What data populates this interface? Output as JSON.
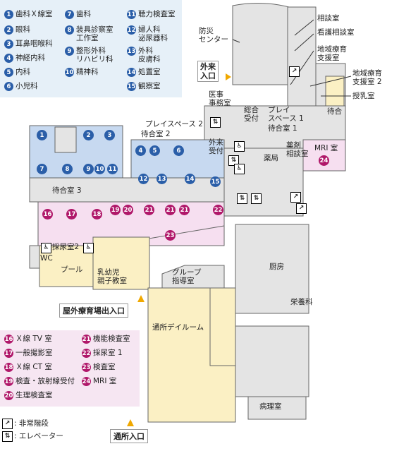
{
  "legend_departments": [
    {
      "num": "1",
      "label": "歯科Ｘ線室"
    },
    {
      "num": "2",
      "label": "眼科"
    },
    {
      "num": "3",
      "label": "耳鼻咽喉科"
    },
    {
      "num": "4",
      "label": "神経内科"
    },
    {
      "num": "5",
      "label": "内科"
    },
    {
      "num": "6",
      "label": "小児科"
    },
    {
      "num": "7",
      "label": "歯科"
    },
    {
      "num": "8",
      "label": "装具診察室\n工作室"
    },
    {
      "num": "9",
      "label": "整形外科\nリハビリ科"
    },
    {
      "num": "10",
      "label": "精神科"
    },
    {
      "num": "11",
      "label": "聴力検査室"
    },
    {
      "num": "12",
      "label": "婦人科\n泌尿器科"
    },
    {
      "num": "13",
      "label": "外科\n皮膚科"
    },
    {
      "num": "14",
      "label": "処置室"
    },
    {
      "num": "15",
      "label": "観察室"
    }
  ],
  "legend_exams": [
    {
      "num": "16",
      "label": "Ｘ線 TV 室"
    },
    {
      "num": "17",
      "label": "一般撮影室"
    },
    {
      "num": "18",
      "label": "Ｘ線 CT 室"
    },
    {
      "num": "19",
      "label": "検査・放射線受付"
    },
    {
      "num": "20",
      "label": "生理検査室"
    },
    {
      "num": "21",
      "label": "機能検査室"
    },
    {
      "num": "22",
      "label": "採尿室 1"
    },
    {
      "num": "23",
      "label": "検査室"
    },
    {
      "num": "24",
      "label": "MRI 室"
    }
  ],
  "legend_symbols": {
    "stairs": ": 非常階段",
    "elevator": ": エレベーター"
  },
  "rooms": {
    "consult": "相談室",
    "nurse_consult": "看護相談室",
    "regional1": "地域療育\n支援室",
    "regional2": "地域療育\n支援室 2",
    "nursing": "授乳室",
    "waiting": "待合",
    "disaster": "防災\nセンター",
    "medical_office": "医事\n事務室",
    "general_reception": "総合\n受付",
    "play1": "プレイ\nスペース 1",
    "waiting1": "待合室 1",
    "play2": "プレイスペース 2",
    "waiting2": "待合室 2",
    "outpatient_reception": "外来\n受付",
    "pharmacy": "薬局",
    "drug_consult": "薬剤\n相談室",
    "mri": "MRI 室",
    "waiting3": "待合室 3",
    "urine2": "採尿室2",
    "pool": "プール",
    "infant": "乳幼児\n親子教室",
    "group": "グループ\n指導室",
    "kitchen": "厨房",
    "nutrition": "栄養科",
    "day": "通所デイルーム",
    "pathology": "病理室",
    "wc": "WC"
  },
  "entrances": {
    "outpatient": "外来\n入口",
    "outdoor": "屋外療育場出入口",
    "day": "通所入口"
  },
  "colors": {
    "blue_room": "#c7d9f0",
    "pink_room": "#f6dff0",
    "yellow_room": "#fbf0c4",
    "gray_room": "#e4e4e4",
    "blue_marker": "#2a5ea8",
    "magenta_marker": "#b0186a",
    "entrance_arrow": "#f0a800"
  }
}
